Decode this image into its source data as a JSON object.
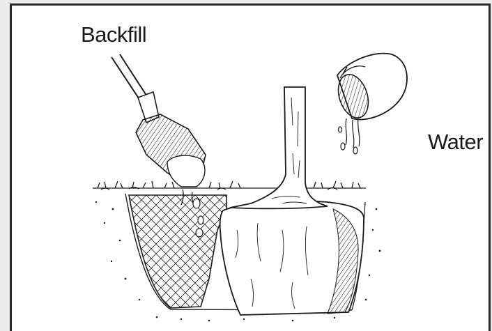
{
  "figure": {
    "labels": {
      "backfill": "Backfill",
      "water": "Water"
    },
    "illustration": {
      "subject": "tree-planting-hole",
      "style": "pen-and-ink"
    },
    "colors": {
      "ink": "#1a1a1a",
      "paper": "#ffffff",
      "background": "#ececec"
    }
  }
}
